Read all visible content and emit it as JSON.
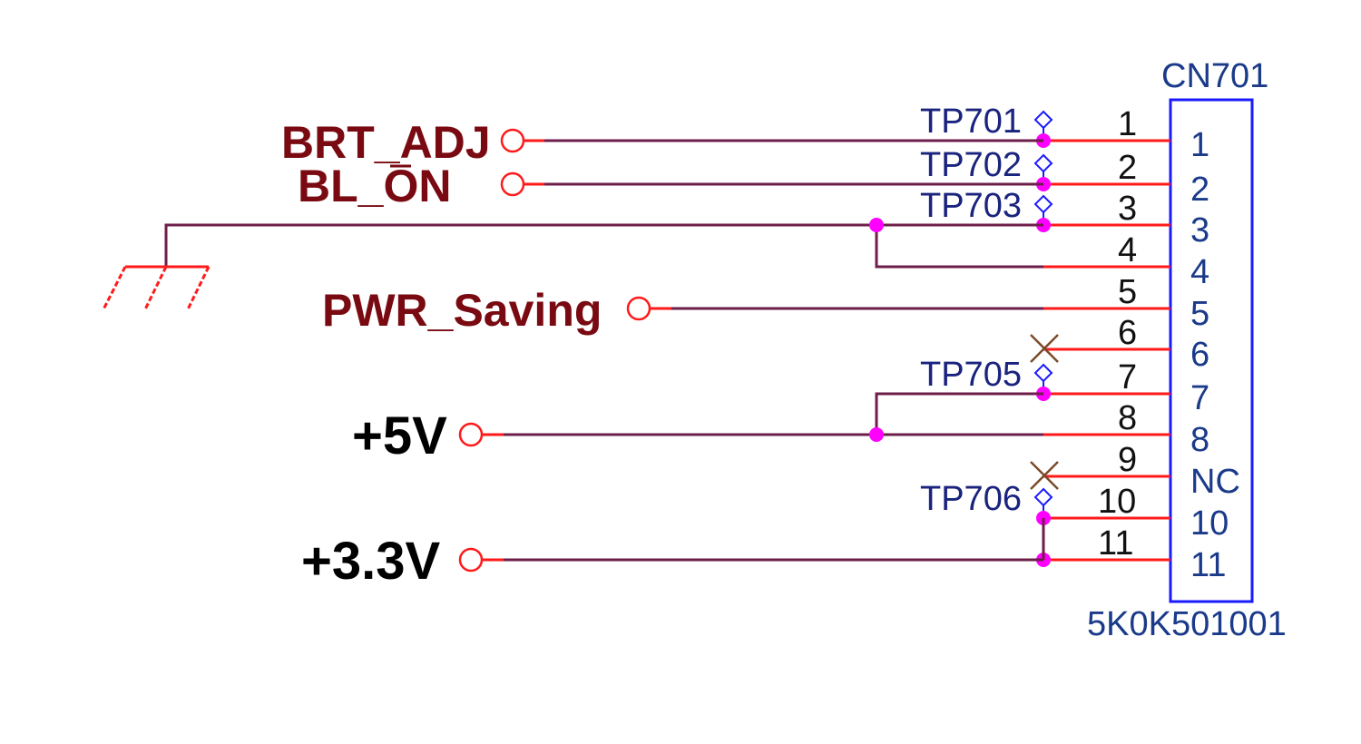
{
  "component": {
    "refdes": "CN701",
    "part_number": "5K0K501001",
    "pins": [
      {
        "num": "1",
        "name": "1"
      },
      {
        "num": "2",
        "name": "2"
      },
      {
        "num": "3",
        "name": "3"
      },
      {
        "num": "4",
        "name": "4"
      },
      {
        "num": "5",
        "name": "5"
      },
      {
        "num": "6",
        "name": "6"
      },
      {
        "num": "7",
        "name": "7"
      },
      {
        "num": "8",
        "name": "8"
      },
      {
        "num": "9",
        "name": "NC"
      },
      {
        "num": "10",
        "name": "10"
      },
      {
        "num": "11",
        "name": "11"
      }
    ]
  },
  "nets": [
    {
      "label": "BRT_ADJ",
      "pins": [
        "1"
      ],
      "type": "signal"
    },
    {
      "label": "BL_ON",
      "pins": [
        "2"
      ],
      "type": "signal"
    },
    {
      "label": "GND",
      "pins": [
        "3",
        "4"
      ],
      "type": "ground"
    },
    {
      "label": "PWR_Saving",
      "pins": [
        "5"
      ],
      "type": "signal"
    },
    {
      "label": "+5V",
      "pins": [
        "7",
        "8"
      ],
      "type": "power"
    },
    {
      "label": "+3.3V",
      "pins": [
        "10",
        "11"
      ],
      "type": "power"
    }
  ],
  "no_connect_pins": [
    "6",
    "9"
  ],
  "test_points": [
    {
      "label": "TP701",
      "pin": "1"
    },
    {
      "label": "TP702",
      "pin": "2"
    },
    {
      "label": "TP703",
      "pin": "3"
    },
    {
      "label": "TP705",
      "pin": "7"
    },
    {
      "label": "TP706",
      "pin": "10"
    }
  ],
  "colors": {
    "wire": "#6e1e4a",
    "pin_line": "#ff1a1a",
    "junction": "#ff00ff",
    "component_body": "#1a1aff",
    "net_label": "#7a0a12",
    "power_label": "#000000",
    "no_connect": "#7a4a2a"
  }
}
